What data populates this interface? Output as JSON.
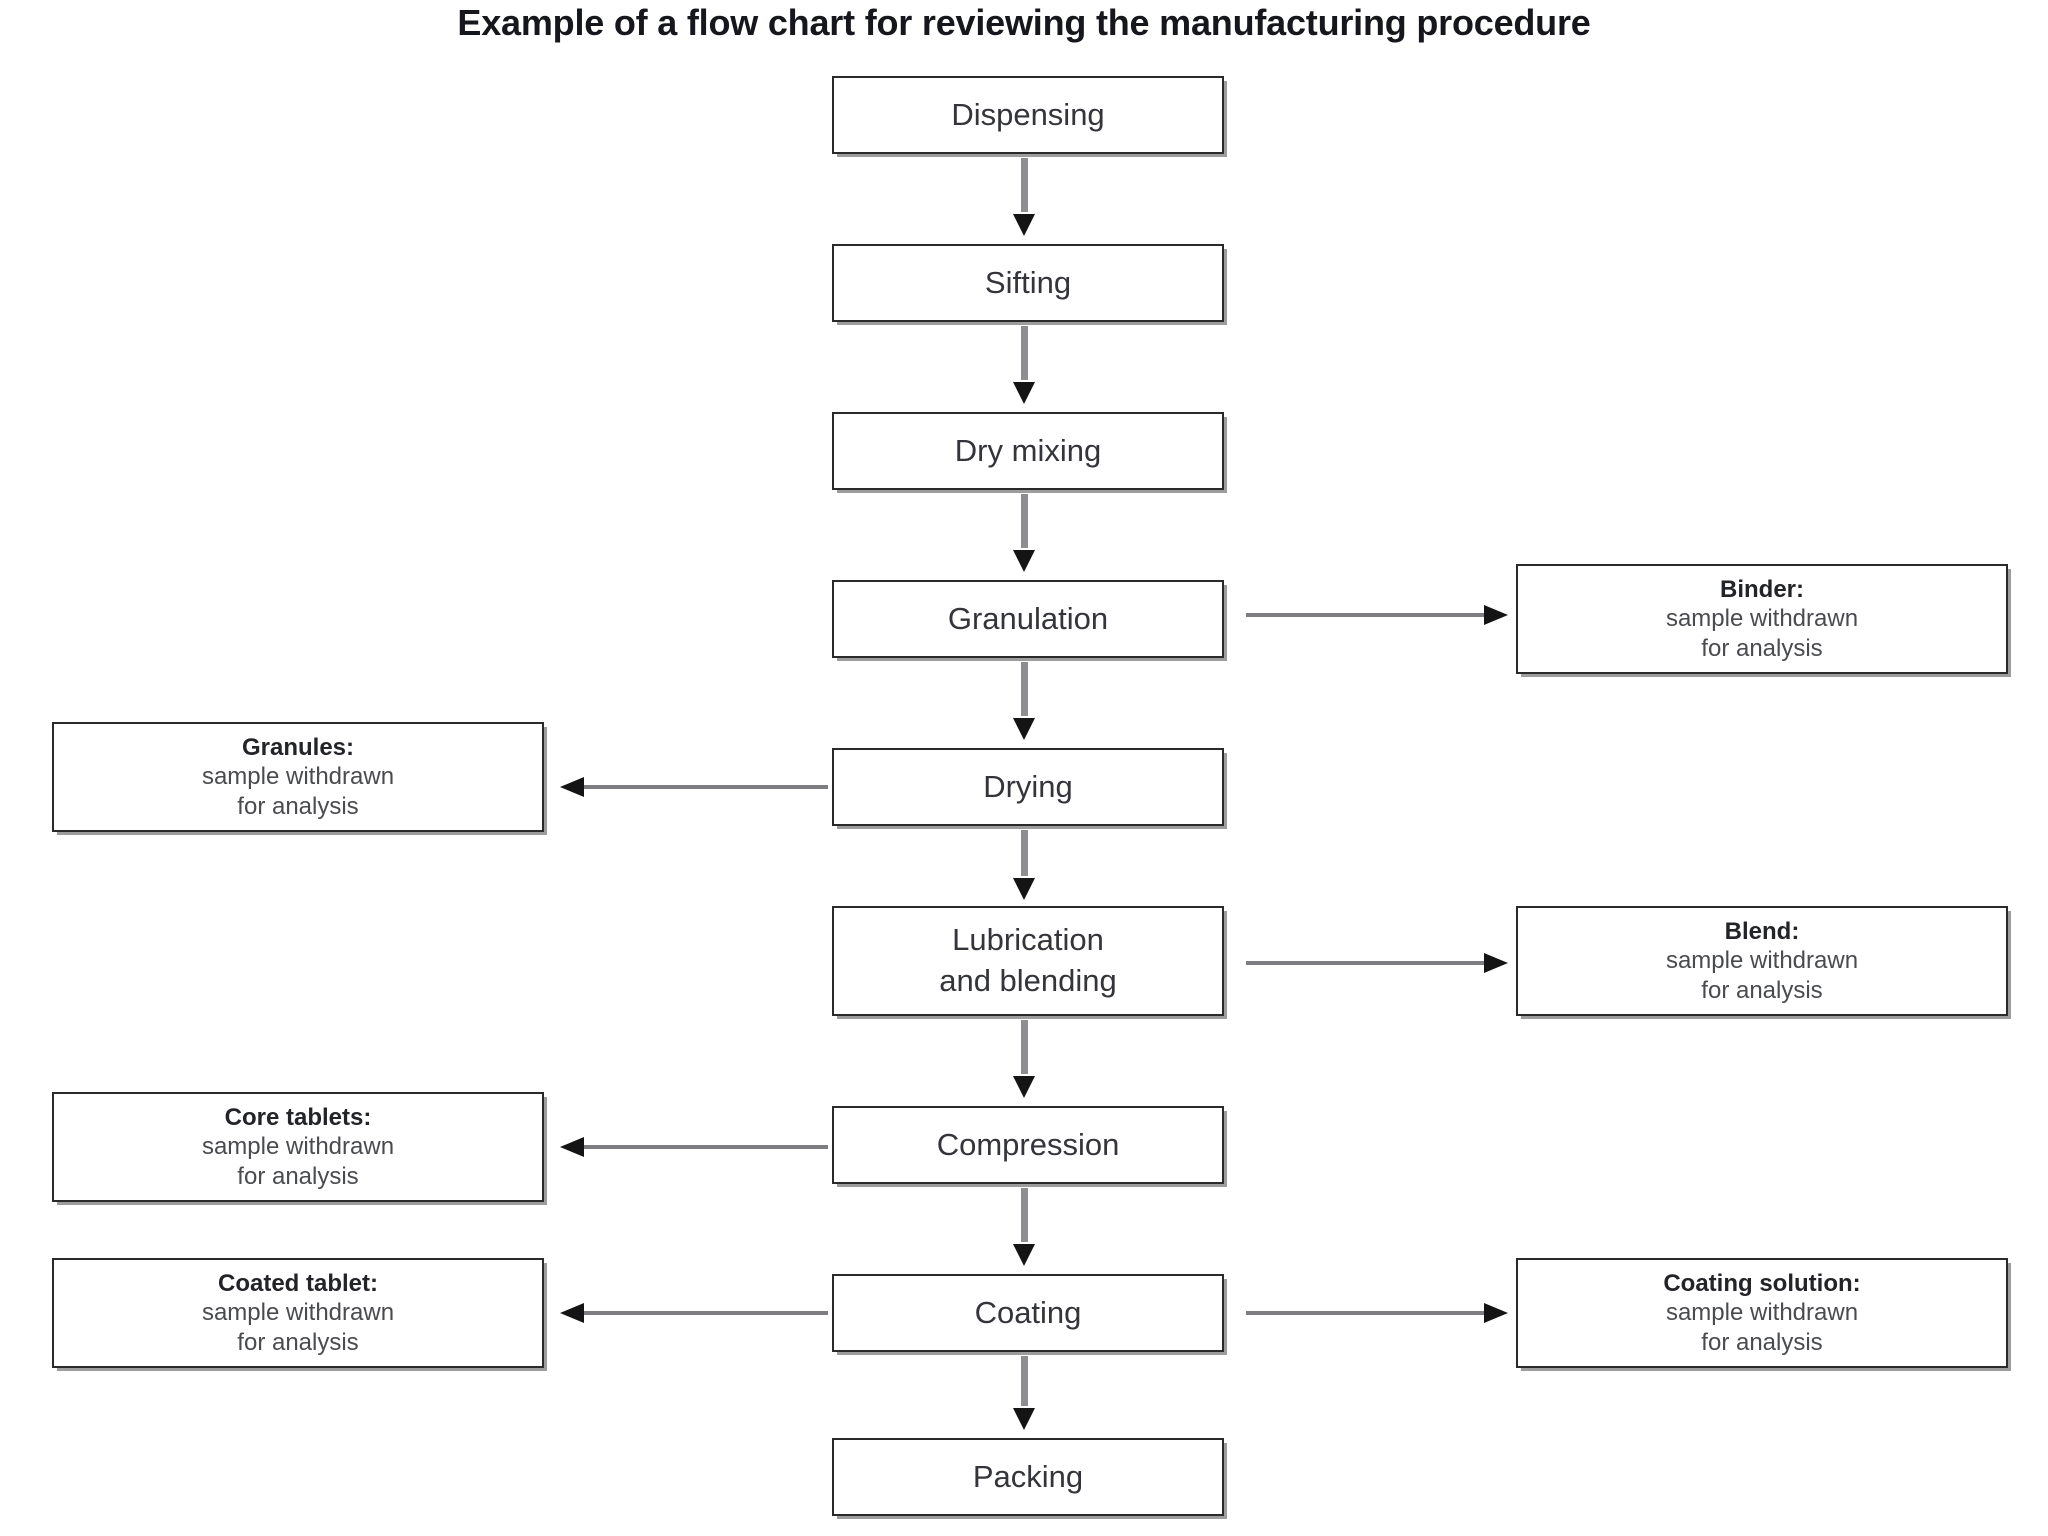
{
  "title": "Example of a flow chart for reviewing the manufacturing procedure",
  "colors": {
    "title_text": "#16171c",
    "box_border": "#2a2a2a",
    "box_shadow": "#9d9d9d",
    "box_fill": "#ffffff",
    "node_text": "#34353a",
    "annotation_title_text": "#232427",
    "annotation_body_text": "#4a4b4f",
    "arrow_stem": "#8e8e92",
    "arrow_head": "#141414",
    "background": "#ffffff"
  },
  "chart_data": {
    "type": "diagram",
    "diagram_kind": "flowchart",
    "orientation": "top-to-bottom",
    "title": "Example of a flow chart for reviewing the manufacturing procedure",
    "process_steps": [
      {
        "id": "dispensing",
        "label": "Dispensing"
      },
      {
        "id": "sifting",
        "label": "Sifting"
      },
      {
        "id": "dry-mixing",
        "label": "Dry mixing"
      },
      {
        "id": "granulation",
        "label": "Granulation"
      },
      {
        "id": "drying",
        "label": "Drying"
      },
      {
        "id": "lubrication",
        "label": "Lubrication\nand blending",
        "line1": "Lubrication",
        "line2": "and blending"
      },
      {
        "id": "compression",
        "label": "Compression"
      },
      {
        "id": "coating",
        "label": "Coating"
      },
      {
        "id": "packing",
        "label": "Packing"
      }
    ],
    "sample_boxes": [
      {
        "id": "binder",
        "side": "right",
        "from": "granulation",
        "title": "Binder:",
        "line2": "sample withdrawn",
        "line3": "for analysis"
      },
      {
        "id": "granules",
        "side": "left",
        "from": "drying",
        "title": "Granules:",
        "line2": "sample withdrawn",
        "line3": "for analysis"
      },
      {
        "id": "blend",
        "side": "right",
        "from": "lubrication",
        "title": "Blend:",
        "line2": "sample withdrawn",
        "line3": "for analysis"
      },
      {
        "id": "core-tablets",
        "side": "left",
        "from": "compression",
        "title": "Core tablets:",
        "line2": "sample withdrawn",
        "line3": "for analysis"
      },
      {
        "id": "coated-tablet",
        "side": "left",
        "from": "coating",
        "title": "Coated tablet:",
        "line2": "sample withdrawn",
        "line3": "for analysis"
      },
      {
        "id": "coating-solution",
        "side": "right",
        "from": "coating",
        "title": "Coating solution:",
        "line2": "sample withdrawn",
        "line3": "for analysis"
      }
    ],
    "sequence_edges": [
      {
        "from": "dispensing",
        "to": "sifting",
        "direction": "down"
      },
      {
        "from": "sifting",
        "to": "dry-mixing",
        "direction": "down"
      },
      {
        "from": "dry-mixing",
        "to": "granulation",
        "direction": "down"
      },
      {
        "from": "granulation",
        "to": "drying",
        "direction": "down"
      },
      {
        "from": "drying",
        "to": "lubrication",
        "direction": "down"
      },
      {
        "from": "lubrication",
        "to": "compression",
        "direction": "down"
      },
      {
        "from": "compression",
        "to": "coating",
        "direction": "down"
      },
      {
        "from": "coating",
        "to": "packing",
        "direction": "down"
      }
    ],
    "branch_edges": [
      {
        "from": "granulation",
        "to": "binder",
        "direction": "right"
      },
      {
        "from": "drying",
        "to": "granules",
        "direction": "left"
      },
      {
        "from": "lubrication",
        "to": "blend",
        "direction": "right"
      },
      {
        "from": "compression",
        "to": "core-tablets",
        "direction": "left"
      },
      {
        "from": "coating",
        "to": "coated-tablet",
        "direction": "left"
      },
      {
        "from": "coating",
        "to": "coating-solution",
        "direction": "right"
      }
    ]
  }
}
